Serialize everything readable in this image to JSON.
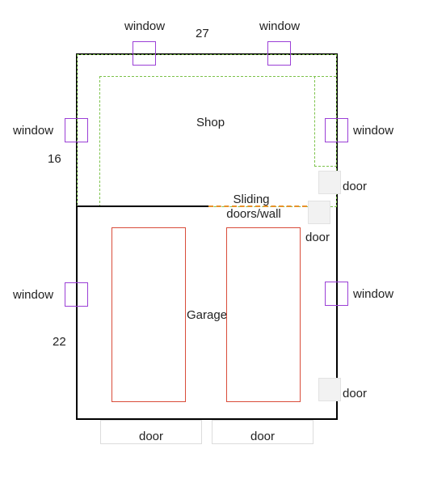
{
  "dimensions": {
    "width": "27",
    "shop_depth": "16",
    "garage_depth": "22"
  },
  "rooms": {
    "shop": "Shop",
    "garage": "Garage"
  },
  "sliding": {
    "line1": "Sliding",
    "line2": "doors/wall"
  },
  "labels": {
    "window": "window",
    "door": "door"
  },
  "colors": {
    "wall": "#000000",
    "shop_inner": "#7cc24a",
    "window": "#9b3fd6",
    "parking_bay": "#d94c3a",
    "sliding_wall": "#e8912a",
    "door_fill": "#f2f2f2"
  }
}
